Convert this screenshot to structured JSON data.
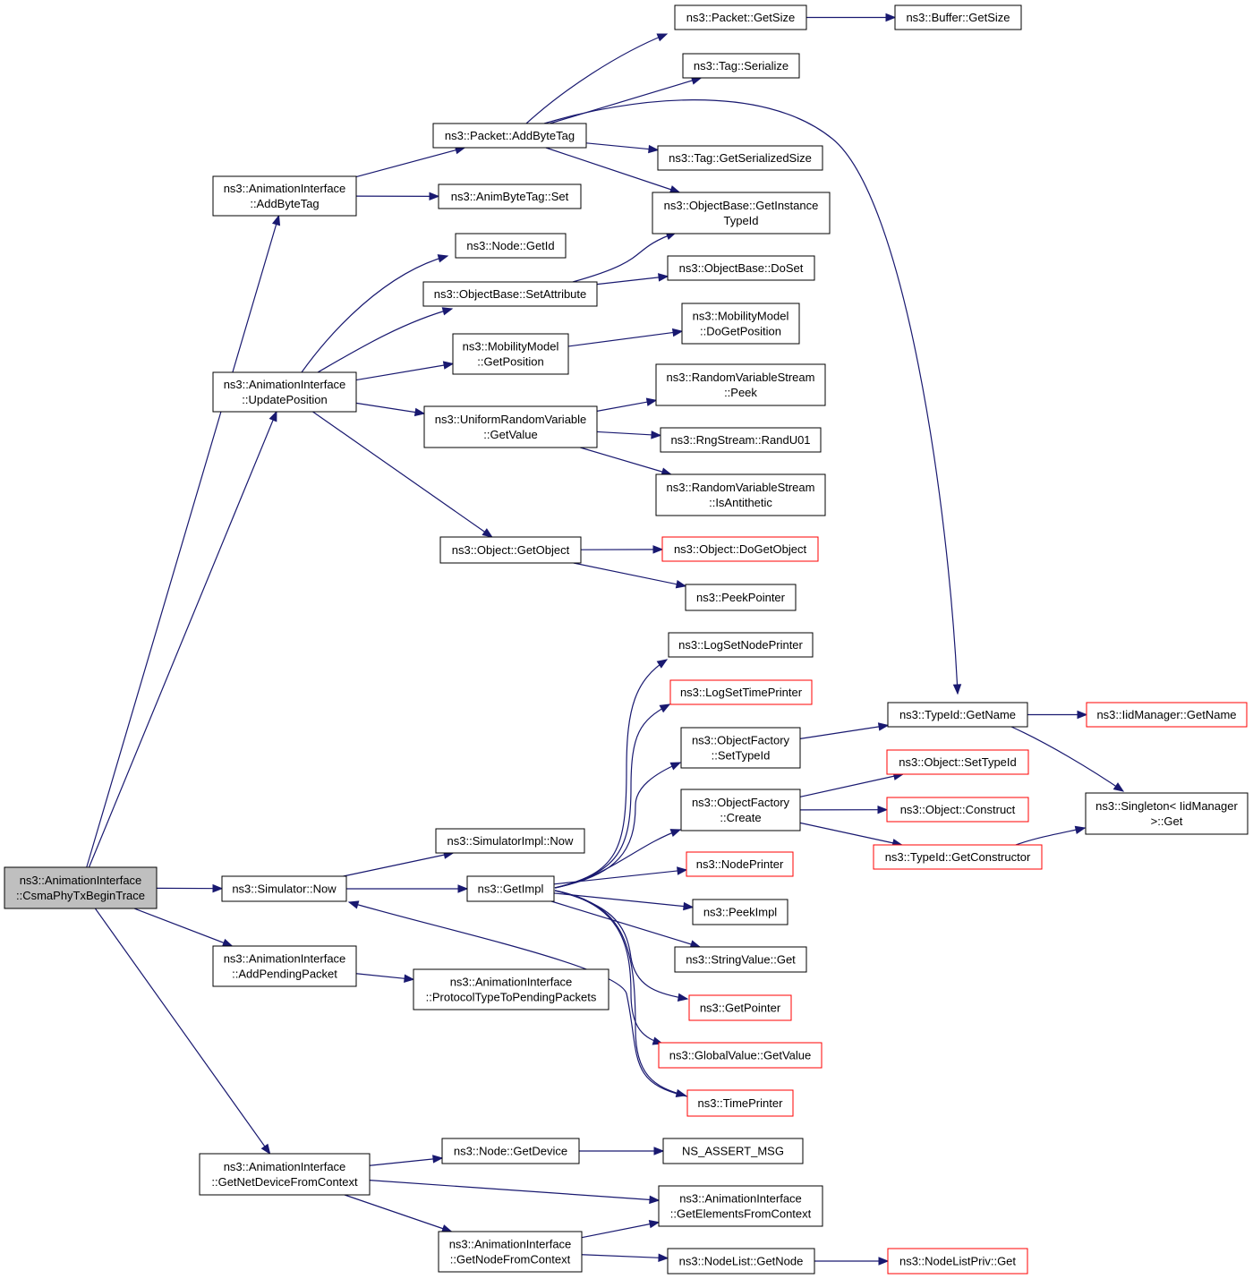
{
  "graph": {
    "colors": {
      "edge": "#191970",
      "root_fill": "#bfbfbf",
      "border": "#000000",
      "missing_border": "#ff0000",
      "background": "#ffffff"
    },
    "nodes": [
      {
        "id": "root",
        "lines": [
          "ns3::AnimationInterface",
          "::CsmaPhyTxBeginTrace"
        ],
        "style": "root"
      },
      {
        "id": "addByteTag",
        "lines": [
          "ns3::AnimationInterface",
          "::AddByteTag"
        ],
        "style": "normal"
      },
      {
        "id": "packetAddByteTag",
        "lines": [
          "ns3::Packet::AddByteTag"
        ],
        "style": "normal"
      },
      {
        "id": "packetGetSize",
        "lines": [
          "ns3::Packet::GetSize"
        ],
        "style": "normal"
      },
      {
        "id": "bufferGetSize",
        "lines": [
          "ns3::Buffer::GetSize"
        ],
        "style": "normal"
      },
      {
        "id": "tagSerialize",
        "lines": [
          "ns3::Tag::Serialize"
        ],
        "style": "normal"
      },
      {
        "id": "tagGetSerializedSize",
        "lines": [
          "ns3::Tag::GetSerializedSize"
        ],
        "style": "normal"
      },
      {
        "id": "objGetInstanceTypeId",
        "lines": [
          "ns3::ObjectBase::GetInstance",
          "TypeId"
        ],
        "style": "normal"
      },
      {
        "id": "animByteTagSet",
        "lines": [
          "ns3::AnimByteTag::Set"
        ],
        "style": "normal"
      },
      {
        "id": "nodeGetId",
        "lines": [
          "ns3::Node::GetId"
        ],
        "style": "normal"
      },
      {
        "id": "objSetAttribute",
        "lines": [
          "ns3::ObjectBase::SetAttribute"
        ],
        "style": "normal"
      },
      {
        "id": "objDoSet",
        "lines": [
          "ns3::ObjectBase::DoSet"
        ],
        "style": "normal"
      },
      {
        "id": "mobilityDoGetPosition",
        "lines": [
          "ns3::MobilityModel",
          "::DoGetPosition"
        ],
        "style": "normal"
      },
      {
        "id": "mobilityGetPosition",
        "lines": [
          "ns3::MobilityModel",
          "::GetPosition"
        ],
        "style": "normal"
      },
      {
        "id": "updatePosition",
        "lines": [
          "ns3::AnimationInterface",
          "::UpdatePosition"
        ],
        "style": "normal"
      },
      {
        "id": "rvsPeek",
        "lines": [
          "ns3::RandomVariableStream",
          "::Peek"
        ],
        "style": "normal"
      },
      {
        "id": "uniformGetValue",
        "lines": [
          "ns3::UniformRandomVariable",
          "::GetValue"
        ],
        "style": "normal"
      },
      {
        "id": "rngRandU01",
        "lines": [
          "ns3::RngStream::RandU01"
        ],
        "style": "normal"
      },
      {
        "id": "rvsIsAntithetic",
        "lines": [
          "ns3::RandomVariableStream",
          "::IsAntithetic"
        ],
        "style": "normal"
      },
      {
        "id": "objectGetObject",
        "lines": [
          "ns3::Object::GetObject"
        ],
        "style": "normal"
      },
      {
        "id": "objectDoGetObject",
        "lines": [
          "ns3::Object::DoGetObject"
        ],
        "style": "missing"
      },
      {
        "id": "peekPointer",
        "lines": [
          "ns3::PeekPointer"
        ],
        "style": "normal"
      },
      {
        "id": "logSetNodePrinter",
        "lines": [
          "ns3::LogSetNodePrinter"
        ],
        "style": "normal"
      },
      {
        "id": "logSetTimePrinter",
        "lines": [
          "ns3::LogSetTimePrinter"
        ],
        "style": "missing"
      },
      {
        "id": "objFactorySetTypeId",
        "lines": [
          "ns3::ObjectFactory",
          "::SetTypeId"
        ],
        "style": "normal"
      },
      {
        "id": "typeIdGetName",
        "lines": [
          "ns3::TypeId::GetName"
        ],
        "style": "normal"
      },
      {
        "id": "iidManagerGetName",
        "lines": [
          "ns3::IidManager::GetName"
        ],
        "style": "missing"
      },
      {
        "id": "objectSetTypeId",
        "lines": [
          "ns3::Object::SetTypeId"
        ],
        "style": "missing"
      },
      {
        "id": "objFactoryCreate",
        "lines": [
          "ns3::ObjectFactory",
          "::Create"
        ],
        "style": "normal"
      },
      {
        "id": "objectConstruct",
        "lines": [
          "ns3::Object::Construct"
        ],
        "style": "missing"
      },
      {
        "id": "singletonGet",
        "lines": [
          "ns3::Singleton< IidManager",
          " >::Get"
        ],
        "style": "normal"
      },
      {
        "id": "typeIdGetConstructor",
        "lines": [
          "ns3::TypeId::GetConstructor"
        ],
        "style": "missing"
      },
      {
        "id": "simImplNow",
        "lines": [
          "ns3::SimulatorImpl::Now"
        ],
        "style": "normal"
      },
      {
        "id": "nodePrinter",
        "lines": [
          "ns3::NodePrinter"
        ],
        "style": "missing"
      },
      {
        "id": "simulatorNow",
        "lines": [
          "ns3::Simulator::Now"
        ],
        "style": "normal"
      },
      {
        "id": "getImpl",
        "lines": [
          "ns3::GetImpl"
        ],
        "style": "normal"
      },
      {
        "id": "peekImpl",
        "lines": [
          "ns3::PeekImpl"
        ],
        "style": "normal"
      },
      {
        "id": "addPendingPacket",
        "lines": [
          "ns3::AnimationInterface",
          "::AddPendingPacket"
        ],
        "style": "normal"
      },
      {
        "id": "stringValueGet",
        "lines": [
          "ns3::StringValue::Get"
        ],
        "style": "normal"
      },
      {
        "id": "protocolTypeToPending",
        "lines": [
          "ns3::AnimationInterface",
          "::ProtocolTypeToPendingPackets"
        ],
        "style": "normal"
      },
      {
        "id": "getPointer",
        "lines": [
          "ns3::GetPointer"
        ],
        "style": "missing"
      },
      {
        "id": "globalValueGetValue",
        "lines": [
          "ns3::GlobalValue::GetValue"
        ],
        "style": "missing"
      },
      {
        "id": "timePrinter",
        "lines": [
          "ns3::TimePrinter"
        ],
        "style": "missing"
      },
      {
        "id": "getNetDeviceFromContext",
        "lines": [
          "ns3::AnimationInterface",
          "::GetNetDeviceFromContext"
        ],
        "style": "normal"
      },
      {
        "id": "nodeGetDevice",
        "lines": [
          "ns3::Node::GetDevice"
        ],
        "style": "normal"
      },
      {
        "id": "nsAssertMsg",
        "lines": [
          "NS_ASSERT_MSG"
        ],
        "style": "normal"
      },
      {
        "id": "getElementsFromContext",
        "lines": [
          "ns3::AnimationInterface",
          "::GetElementsFromContext"
        ],
        "style": "normal"
      },
      {
        "id": "getNodeFromContext",
        "lines": [
          "ns3::AnimationInterface",
          "::GetNodeFromContext"
        ],
        "style": "normal"
      },
      {
        "id": "nodeListGetNode",
        "lines": [
          "ns3::NodeList::GetNode"
        ],
        "style": "normal"
      },
      {
        "id": "nodeListPrivGet",
        "lines": [
          "ns3::NodeListPriv::Get"
        ],
        "style": "missing"
      }
    ],
    "edges": [
      {
        "from": "root",
        "to": "addByteTag"
      },
      {
        "from": "root",
        "to": "updatePosition"
      },
      {
        "from": "root",
        "to": "simulatorNow"
      },
      {
        "from": "root",
        "to": "addPendingPacket"
      },
      {
        "from": "root",
        "to": "getNetDeviceFromContext"
      },
      {
        "from": "addByteTag",
        "to": "packetAddByteTag"
      },
      {
        "from": "addByteTag",
        "to": "animByteTagSet"
      },
      {
        "from": "packetAddByteTag",
        "to": "packetGetSize"
      },
      {
        "from": "packetAddByteTag",
        "to": "tagSerialize"
      },
      {
        "from": "packetAddByteTag",
        "to": "tagGetSerializedSize"
      },
      {
        "from": "packetAddByteTag",
        "to": "objGetInstanceTypeId"
      },
      {
        "from": "packetAddByteTag",
        "to": "typeIdGetName"
      },
      {
        "from": "packetGetSize",
        "to": "bufferGetSize"
      },
      {
        "from": "updatePosition",
        "to": "nodeGetId"
      },
      {
        "from": "updatePosition",
        "to": "objSetAttribute"
      },
      {
        "from": "updatePosition",
        "to": "mobilityGetPosition"
      },
      {
        "from": "updatePosition",
        "to": "uniformGetValue"
      },
      {
        "from": "updatePosition",
        "to": "objectGetObject"
      },
      {
        "from": "objSetAttribute",
        "to": "objGetInstanceTypeId"
      },
      {
        "from": "objSetAttribute",
        "to": "objDoSet"
      },
      {
        "from": "mobilityGetPosition",
        "to": "mobilityDoGetPosition"
      },
      {
        "from": "uniformGetValue",
        "to": "rvsPeek"
      },
      {
        "from": "uniformGetValue",
        "to": "rngRandU01"
      },
      {
        "from": "uniformGetValue",
        "to": "rvsIsAntithetic"
      },
      {
        "from": "objectGetObject",
        "to": "objectDoGetObject"
      },
      {
        "from": "objectGetObject",
        "to": "peekPointer"
      },
      {
        "from": "simulatorNow",
        "to": "simImplNow"
      },
      {
        "from": "simulatorNow",
        "to": "getImpl"
      },
      {
        "from": "getImpl",
        "to": "logSetNodePrinter"
      },
      {
        "from": "getImpl",
        "to": "logSetTimePrinter"
      },
      {
        "from": "getImpl",
        "to": "objFactorySetTypeId"
      },
      {
        "from": "getImpl",
        "to": "objFactoryCreate"
      },
      {
        "from": "getImpl",
        "to": "nodePrinter"
      },
      {
        "from": "getImpl",
        "to": "peekImpl"
      },
      {
        "from": "getImpl",
        "to": "stringValueGet"
      },
      {
        "from": "getImpl",
        "to": "getPointer"
      },
      {
        "from": "getImpl",
        "to": "globalValueGetValue"
      },
      {
        "from": "getImpl",
        "to": "timePrinter"
      },
      {
        "from": "timePrinter",
        "to": "simulatorNow"
      },
      {
        "from": "objFactorySetTypeId",
        "to": "typeIdGetName"
      },
      {
        "from": "objFactoryCreate",
        "to": "objectSetTypeId"
      },
      {
        "from": "objFactoryCreate",
        "to": "objectConstruct"
      },
      {
        "from": "objFactoryCreate",
        "to": "typeIdGetConstructor"
      },
      {
        "from": "typeIdGetName",
        "to": "iidManagerGetName"
      },
      {
        "from": "typeIdGetName",
        "to": "singletonGet"
      },
      {
        "from": "typeIdGetConstructor",
        "to": "singletonGet"
      },
      {
        "from": "addPendingPacket",
        "to": "protocolTypeToPending"
      },
      {
        "from": "getNetDeviceFromContext",
        "to": "nodeGetDevice"
      },
      {
        "from": "getNetDeviceFromContext",
        "to": "getElementsFromContext"
      },
      {
        "from": "getNetDeviceFromContext",
        "to": "getNodeFromContext"
      },
      {
        "from": "nodeGetDevice",
        "to": "nsAssertMsg"
      },
      {
        "from": "getNodeFromContext",
        "to": "getElementsFromContext"
      },
      {
        "from": "getNodeFromContext",
        "to": "nodeListGetNode"
      },
      {
        "from": "nodeListGetNode",
        "to": "nodeListPrivGet"
      }
    ]
  }
}
